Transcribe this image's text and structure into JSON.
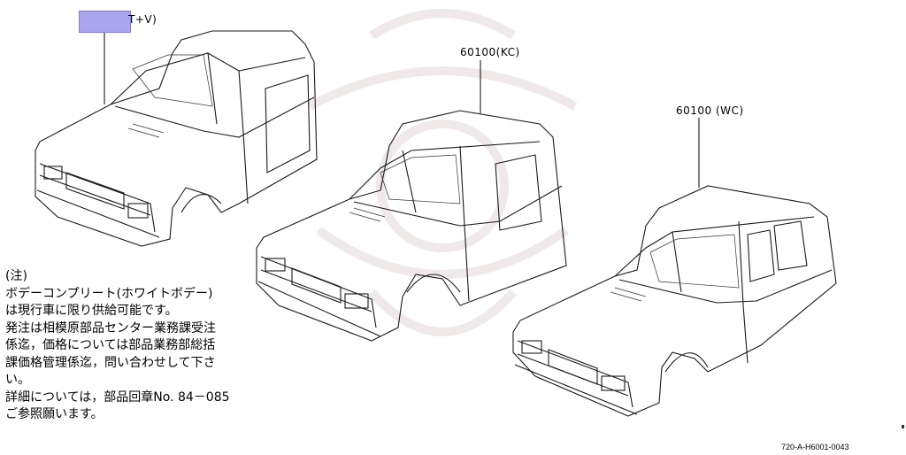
{
  "callouts": {
    "truck_a": "T+V)",
    "truck_b": "60100(KC)",
    "truck_c": "60100 (WC)"
  },
  "notes": [
    "(注)",
    "ボデーコンプリート(ホワイトボデー)",
    "は現行車に限り供給可能です。",
    "発注は相模原部品センター業務課受注",
    "係迄，価格については部品業務部総括",
    "課価格管理係迄，問い合わせして下さ",
    "い。",
    "詳細については，部品回章No. 84－085",
    "ご参照願います。"
  ],
  "reference": "720-A-H6001-0043",
  "colors": {
    "redaction": "#a9a6ee",
    "line": "#1a1a1a",
    "watermark": "#efe9e9"
  }
}
